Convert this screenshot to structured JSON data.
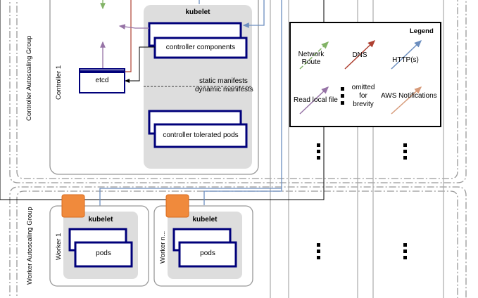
{
  "groups": {
    "controller": "Controller Autoscaling Group",
    "worker": "Worker Autoscaling Group"
  },
  "controller": {
    "label": "Controller 1",
    "kubelet": "kubelet",
    "components": "controller components",
    "tolerated_pods": "controller tolerated pods",
    "etcd": "etcd",
    "static_manifests": "static manifests",
    "dynamic_manifests": "dynamic manifests"
  },
  "workers": [
    {
      "label": "Worker 1",
      "kubelet": "kubelet",
      "pods": "pods"
    },
    {
      "label": "Worker n...",
      "kubelet": "kubelet",
      "pods": "pods"
    }
  ],
  "legend": {
    "title": "Legend",
    "items": [
      {
        "label": "Network Route",
        "color": "#82b366"
      },
      {
        "label": "DNS",
        "color": "#ae4132"
      },
      {
        "label": "HTTP(s)",
        "color": "#6c8ebf"
      },
      {
        "label": "Read local file",
        "color": "#9673a6"
      },
      {
        "label": "omitted for brevity",
        "color": "#000000"
      },
      {
        "label": "AWS Notifications",
        "color": "#d79b7a"
      }
    ]
  },
  "colors": {
    "box_border": "#00007a",
    "kubelet_bg": "#dddddd",
    "group_border": "#999999",
    "orange": "#f08a3c"
  }
}
